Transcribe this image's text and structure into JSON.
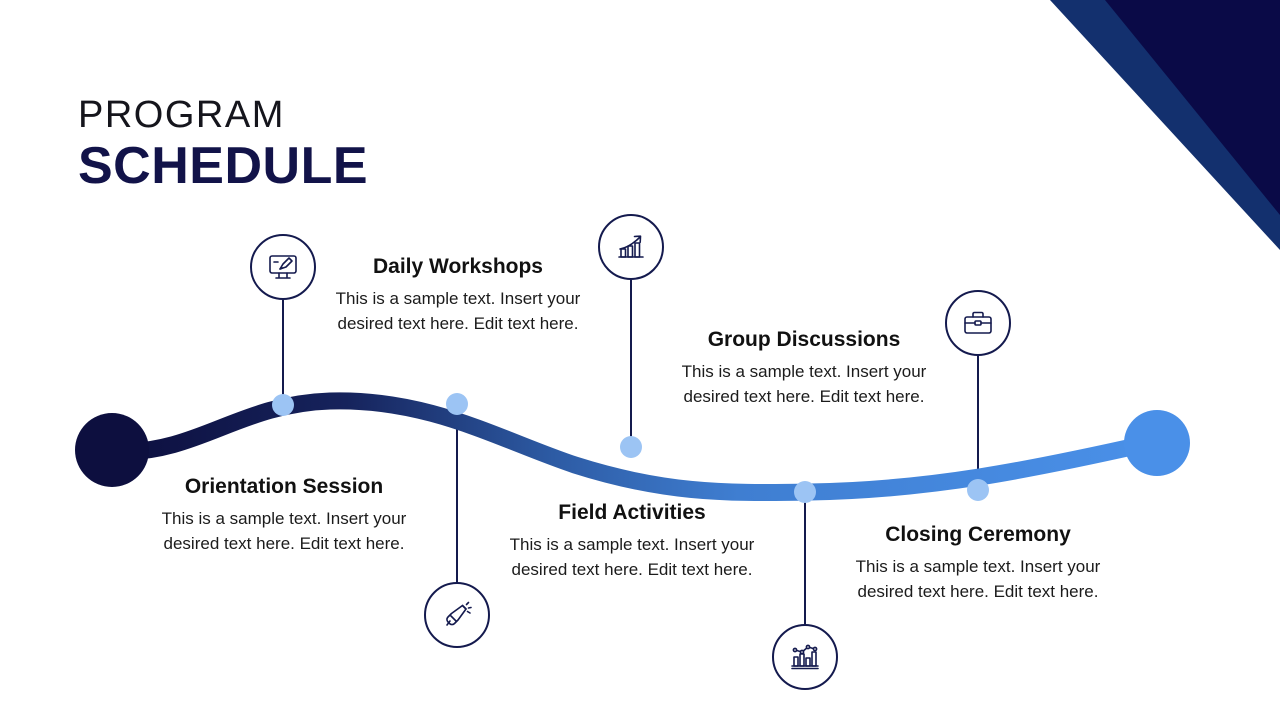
{
  "slide": {
    "title_top": "PROGRAM",
    "title_main": "SCHEDULE",
    "background_color": "#ffffff"
  },
  "theme": {
    "navy_dark": "#0d0f3f",
    "navy_mid": "#13306e",
    "blue_line_start": "#0d0f3f",
    "blue_line_end": "#4a90e8",
    "node_dot": "#9cc4f4",
    "icon_stroke": "#141a4e",
    "title_top_color": "#15151c",
    "title_main_color": "#121349",
    "body_text_color": "#1b1b1b"
  },
  "decoration": {
    "corner_band_light": "#13306e",
    "corner_band_dark": "#0a0a47",
    "start_marker_color": "#0d0f3f",
    "end_marker_color": "#4a90e8"
  },
  "steps": [
    {
      "id": "orientation-session",
      "title": "Orientation Session",
      "body": "This is a sample text. Insert your desired text here. Edit text here.",
      "icon": "monitor-brush-icon",
      "icon_position": "above",
      "text_position": "below"
    },
    {
      "id": "daily-workshops",
      "title": "Daily Workshops",
      "body": "This is a sample text. Insert your desired text here. Edit text here.",
      "icon": "monitor-brush-icon",
      "icon_position": "above",
      "text_position": "above"
    },
    {
      "id": "field-activities",
      "title": "Field Activities",
      "body": "This is a sample text. Insert your desired text here. Edit text here.",
      "icon": "megaphone-icon",
      "icon_position": "below",
      "text_position": "below"
    },
    {
      "id": "group-discussions",
      "title": "Group Discussions",
      "body": "This is a sample text. Insert your desired text here. Edit text here.",
      "icon": "growth-chart-icon",
      "icon_position": "above",
      "text_position": "above"
    },
    {
      "id": "closing-ceremony",
      "title": "Closing Ceremony",
      "body": "This is a sample text. Insert your desired text here. Edit text here.",
      "icon": "analytics-chart-icon",
      "icon_position": "below",
      "text_position": "below"
    }
  ],
  "icons": [
    {
      "name": "monitor-brush-icon",
      "label": "Monitor with paintbrush"
    },
    {
      "name": "growth-chart-icon",
      "label": "Bar chart with rising arrow"
    },
    {
      "name": "briefcase-icon",
      "label": "Briefcase"
    },
    {
      "name": "megaphone-icon",
      "label": "Megaphone"
    },
    {
      "name": "analytics-chart-icon",
      "label": "Bar chart with line graph"
    }
  ]
}
